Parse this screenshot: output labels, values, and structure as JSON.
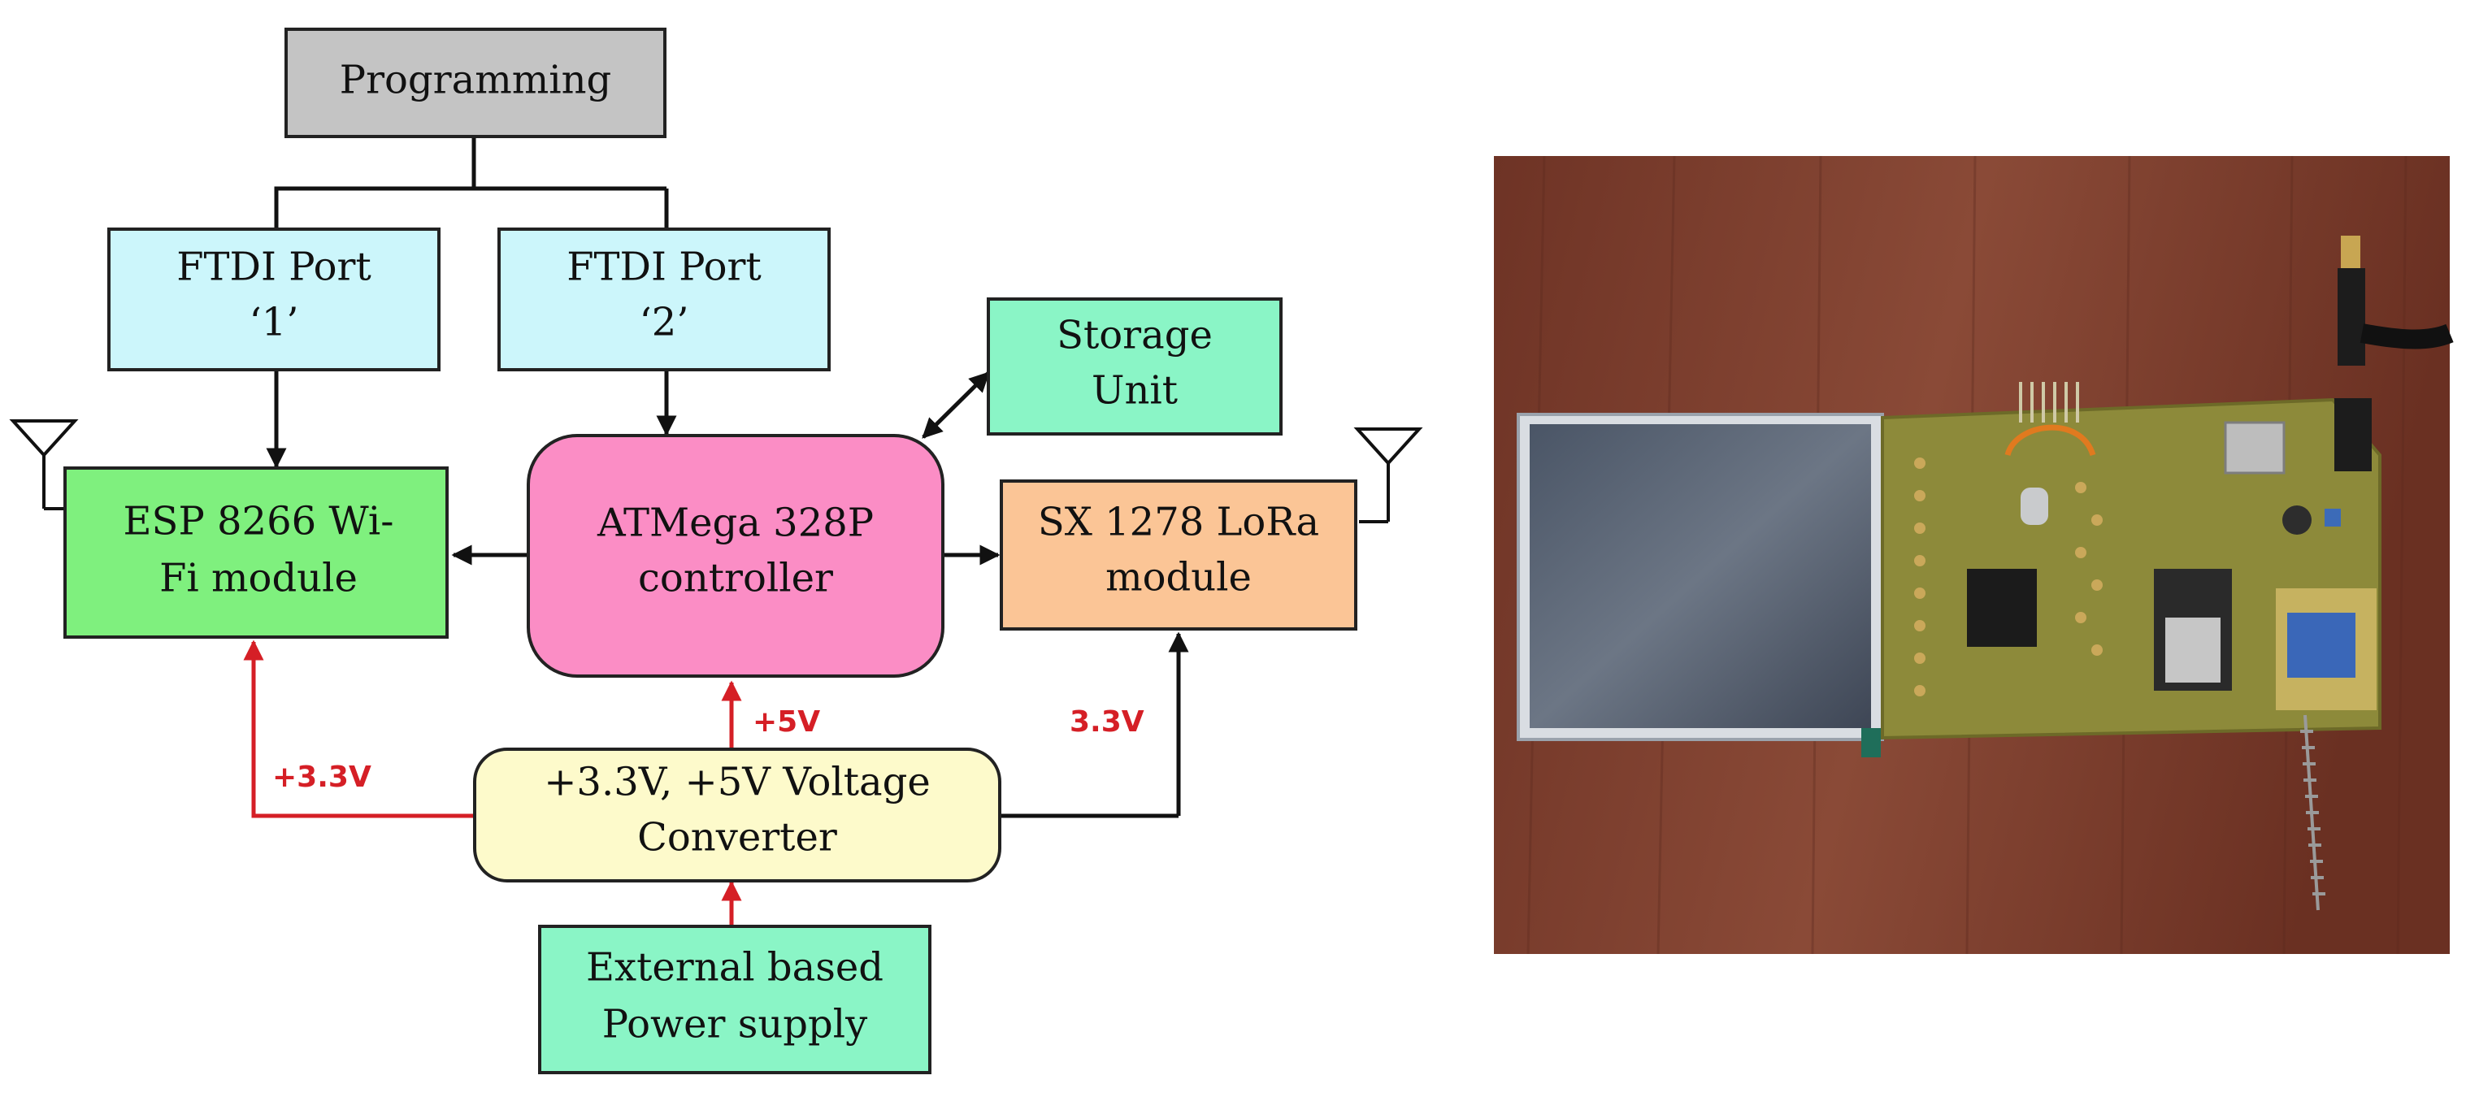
{
  "diagram": {
    "blocks": {
      "programming": {
        "label": "Programming",
        "fill": "#c4c4c4"
      },
      "ftdi1": {
        "lines": [
          "FTDI Port",
          "‘1’"
        ],
        "fill": "#ccf6fb"
      },
      "ftdi2": {
        "lines": [
          "FTDI Port",
          "‘2’"
        ],
        "fill": "#ccf6fb"
      },
      "storage": {
        "lines": [
          "Storage",
          "Unit"
        ],
        "fill": "#8af5c6"
      },
      "esp": {
        "lines": [
          "ESP 8266 Wi-",
          "Fi module"
        ],
        "fill": "#7ff07e"
      },
      "atmega": {
        "lines": [
          "ATMega 328P",
          "controller"
        ],
        "fill": "#fb8dc5"
      },
      "lora": {
        "lines": [
          "SX 1278 LoRa",
          "module"
        ],
        "fill": "#fbc596"
      },
      "converter": {
        "lines": [
          "+3.3V, +5V Voltage",
          "Converter"
        ],
        "fill": "#fdfacb"
      },
      "power": {
        "lines": [
          "External based",
          "Power supply"
        ],
        "fill": "#8af5c6"
      }
    },
    "power_labels": {
      "esp_supply": "+3.3V",
      "atmega_supply": "+5V",
      "lora_supply": "3.3V"
    },
    "power_line_color": "#d51f26"
  },
  "photo": {
    "description_icon": "pcb-prototype-photo",
    "background_color": "#7a3b2c"
  }
}
